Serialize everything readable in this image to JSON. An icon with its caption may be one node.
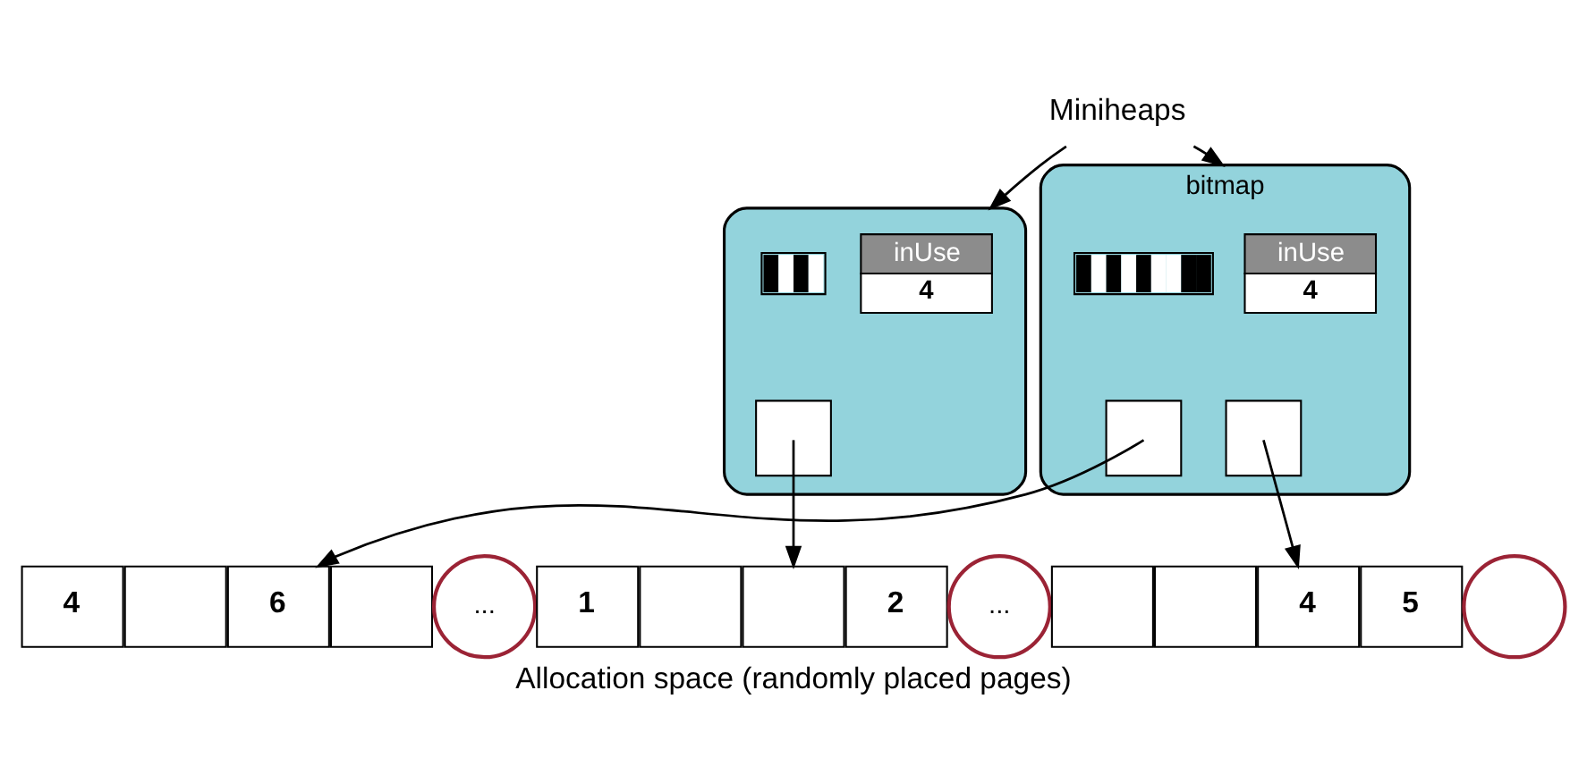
{
  "diagram": {
    "caption": "Allocation space (randomly placed pages)",
    "nodes": [
      {
        "text": [
          "Miniheaps"
        ]
      },
      {
        "text": [],
        "shape": "box"
      },
      {
        "text": [],
        "shape": "bar",
        "in": 1
      },
      {
        "text": [
          "inUse",
          "4"
        ],
        "in": 1
      },
      {
        "text": [],
        "shape": "box",
        "in": 1
      },
      {
        "text": [
          "bitmap"
        ]
      },
      {
        "text": [],
        "shape": "bar",
        "in": 5
      },
      {
        "text": [
          "inUse",
          "4"
        ],
        "in": 5
      },
      {
        "text": [],
        "shape": "box",
        "in": 5
      },
      {
        "text": [],
        "shape": "box",
        "in": 5
      },
      {
        "text": [
          "4"
        ]
      },
      {
        "text": [],
        "shape": "box"
      },
      {
        "text": [
          "6"
        ]
      },
      {
        "text": [],
        "shape": "box"
      },
      {
        "text": [
          "..."
        ]
      },
      {
        "text": [
          "1"
        ]
      },
      {
        "text": [],
        "shape": "box"
      },
      {
        "text": [],
        "shape": "box"
      },
      {
        "text": [
          "2"
        ]
      },
      {
        "text": [
          "..."
        ]
      },
      {
        "text": [],
        "shape": "box"
      },
      {
        "text": [],
        "shape": "box"
      },
      {
        "text": [
          "4"
        ]
      },
      {
        "text": [
          "5"
        ]
      },
      {
        "text": [],
        "shape": "circle"
      }
    ],
    "edges": [
      {
        "from": 0,
        "to": 1,
        "arrow": "to"
      },
      {
        "from": 0,
        "to": 5,
        "arrow": "to"
      },
      {
        "from": 4,
        "to": 17,
        "arrow": "to"
      },
      {
        "from": 8,
        "to": 12,
        "arrow": "to"
      },
      {
        "from": 9,
        "to": 22,
        "arrow": "to"
      }
    ]
  }
}
